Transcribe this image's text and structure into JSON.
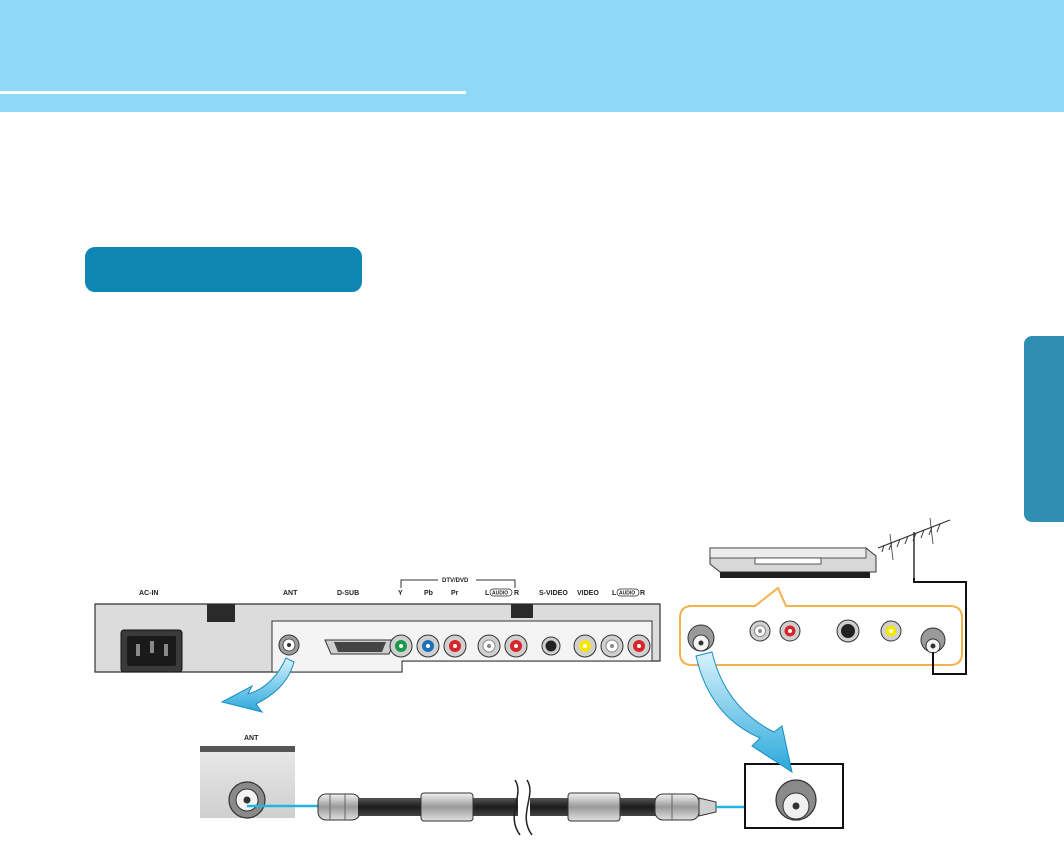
{
  "labels": {
    "ac_in": "AC-IN",
    "ant": "ANT",
    "d_sub": "D-SUB",
    "dtv_dvd": "DTV/DVD",
    "y": "Y",
    "pb": "Pb",
    "pr": "Pr",
    "l": "L",
    "audio": "AUDIO",
    "r": "R",
    "s_video": "S-VIDEO",
    "video": "VIDEO",
    "l2": "L",
    "audio2": "AUDIO",
    "r2": "R",
    "ant_zoom": "ANT"
  },
  "colors": {
    "banner": "#8fd8f6",
    "accent": "#0e87b4",
    "highlight_border": "#f6b24a",
    "cable_line": "#22b5e3",
    "jack_green": "#1a9a4a",
    "jack_blue": "#1d6fb8",
    "jack_red": "#d9242a",
    "jack_yellow": "#f7e600"
  },
  "icons": [
    "power-socket-icon",
    "vga-port-icon",
    "s-video-port-icon",
    "antenna-icon",
    "vcr-device-icon",
    "coaxial-cable-icon"
  ]
}
